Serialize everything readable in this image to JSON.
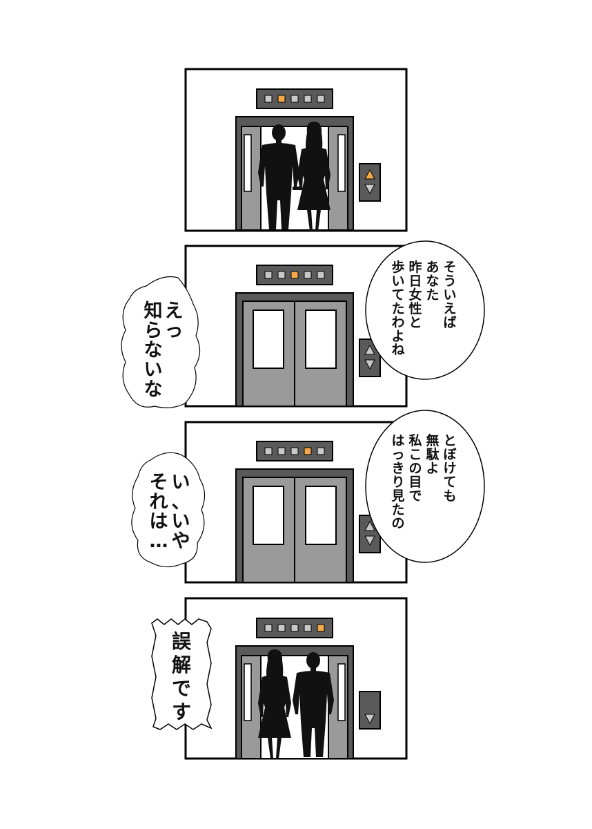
{
  "panels": [
    {
      "floor_indicator_lit": 1,
      "doors": "open",
      "button_up_lit": true,
      "button_down_lit": false,
      "scene": "couple-exiting"
    },
    {
      "floor_indicator_lit": 2,
      "doors": "closed",
      "button_up_lit": false,
      "button_down_lit": false,
      "speech_right": [
        "そういえば",
        "あなた",
        "昨日女性と",
        "歩いてたわよね"
      ],
      "speech_left": [
        "えっ",
        "知らないな"
      ]
    },
    {
      "floor_indicator_lit": 3,
      "doors": "closed",
      "button_up_lit": false,
      "button_down_lit": false,
      "speech_right": [
        "とぼけても",
        "無駄よ",
        "私この目で",
        "はっきり見たの"
      ],
      "speech_left": [
        "い、いや",
        "それは…"
      ]
    },
    {
      "floor_indicator_lit": 4,
      "doors": "open",
      "button_up_lit": false,
      "button_down_lit": false,
      "scene": "couple-exiting",
      "caption": [
        "誤",
        "解",
        "で",
        "す"
      ]
    }
  ],
  "colors": {
    "frame": "#5a5a5a",
    "door": "#9a9a9a",
    "indicator_off": "#c8c8c8",
    "indicator_on": "#f2a94a",
    "silhouette": "#111111"
  }
}
